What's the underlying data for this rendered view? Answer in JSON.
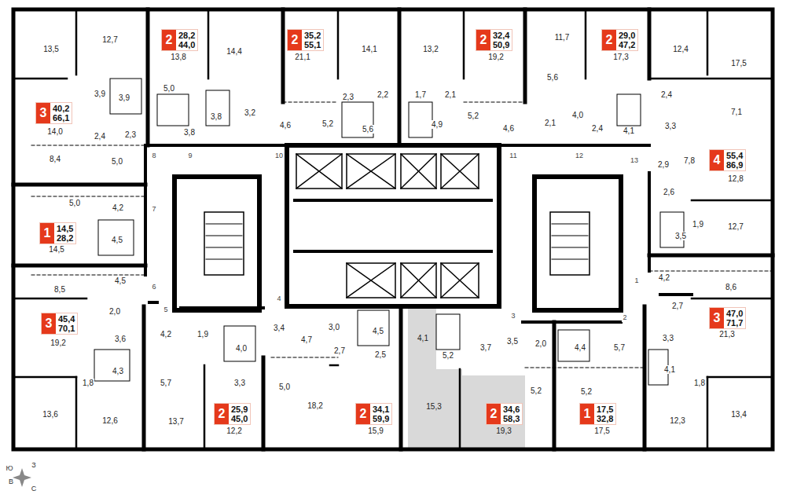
{
  "diagram": {
    "nodes": [
      {
        "text": [
          "2",
          "28,2",
          "44,0"
        ]
      },
      {
        "text": [
          "2",
          "35,2",
          "55,1"
        ]
      },
      {
        "text": [
          "2",
          "32,4",
          "50,9"
        ]
      },
      {
        "text": [
          "2",
          "29,0",
          "47,2"
        ]
      },
      {
        "text": [
          "3",
          "40,2",
          "66,1"
        ]
      },
      {
        "text": [
          "4",
          "55,4",
          "86,9"
        ]
      },
      {
        "text": [
          "1",
          "14,5",
          "28,2"
        ]
      },
      {
        "text": [
          "3",
          "45,4",
          "70,1"
        ]
      },
      {
        "text": [
          "3",
          "47,0",
          "71,7"
        ]
      },
      {
        "text": [
          "2",
          "25,9",
          "45,0"
        ]
      },
      {
        "text": [
          "2",
          "34,1",
          "59,9"
        ]
      },
      {
        "text": [
          "2",
          "34,6",
          "58,3"
        ]
      },
      {
        "text": [
          "1",
          "17,5",
          "32,8"
        ]
      }
    ],
    "labels": [
      "13,5",
      "12,7",
      "13,8",
      "14,4",
      "21,1",
      "14,1",
      "13,2",
      "19,2",
      "11,7",
      "17,3",
      "12,4",
      "17,5",
      "5,6",
      "3,9",
      "3,9",
      "5,0",
      "2,3",
      "2,2",
      "1,7",
      "2,1",
      "2,4",
      "3,8",
      "3,2",
      "5,2",
      "4,0",
      "7,1",
      "3,8",
      "4,6",
      "5,2",
      "5,6",
      "4,9",
      "2,1",
      "4,1",
      "3,3",
      "4,6",
      "2,4",
      "14,0",
      "2,4",
      "2,3",
      "8",
      "9",
      "10",
      "11",
      "12",
      "13",
      "8,4",
      "5,0",
      "2,9",
      "7,8",
      "12,8",
      "2,6",
      "5,0",
      "4,2",
      "7",
      "1,9",
      "12,7",
      "3,5",
      "4,5",
      "14,5",
      "4,2",
      "4,5",
      "1",
      "6",
      "8,6",
      "8,5",
      "4",
      "2,7",
      "5",
      "2,0",
      "3",
      "2",
      "3,0",
      "3,4",
      "4,5",
      "21,3",
      "1,9",
      "4,2",
      "4,1",
      "3,3",
      "3,6",
      "4,7",
      "5,2",
      "3,5",
      "19,2",
      "2,0",
      "3,7",
      "4,4",
      "5,7",
      "4,0",
      "2,7",
      "2,5",
      "4,1",
      "4,3",
      "1,8",
      "1,8",
      "3,3",
      "5,7",
      "5,0",
      "5,2",
      "5,2",
      "18,2",
      "15,3",
      "13,6",
      "12,6",
      "13,7",
      "12,2",
      "15,9",
      "19,3",
      "17,5",
      "12,3",
      "13,4",
      "Ю",
      "З",
      "В",
      "С"
    ]
  }
}
